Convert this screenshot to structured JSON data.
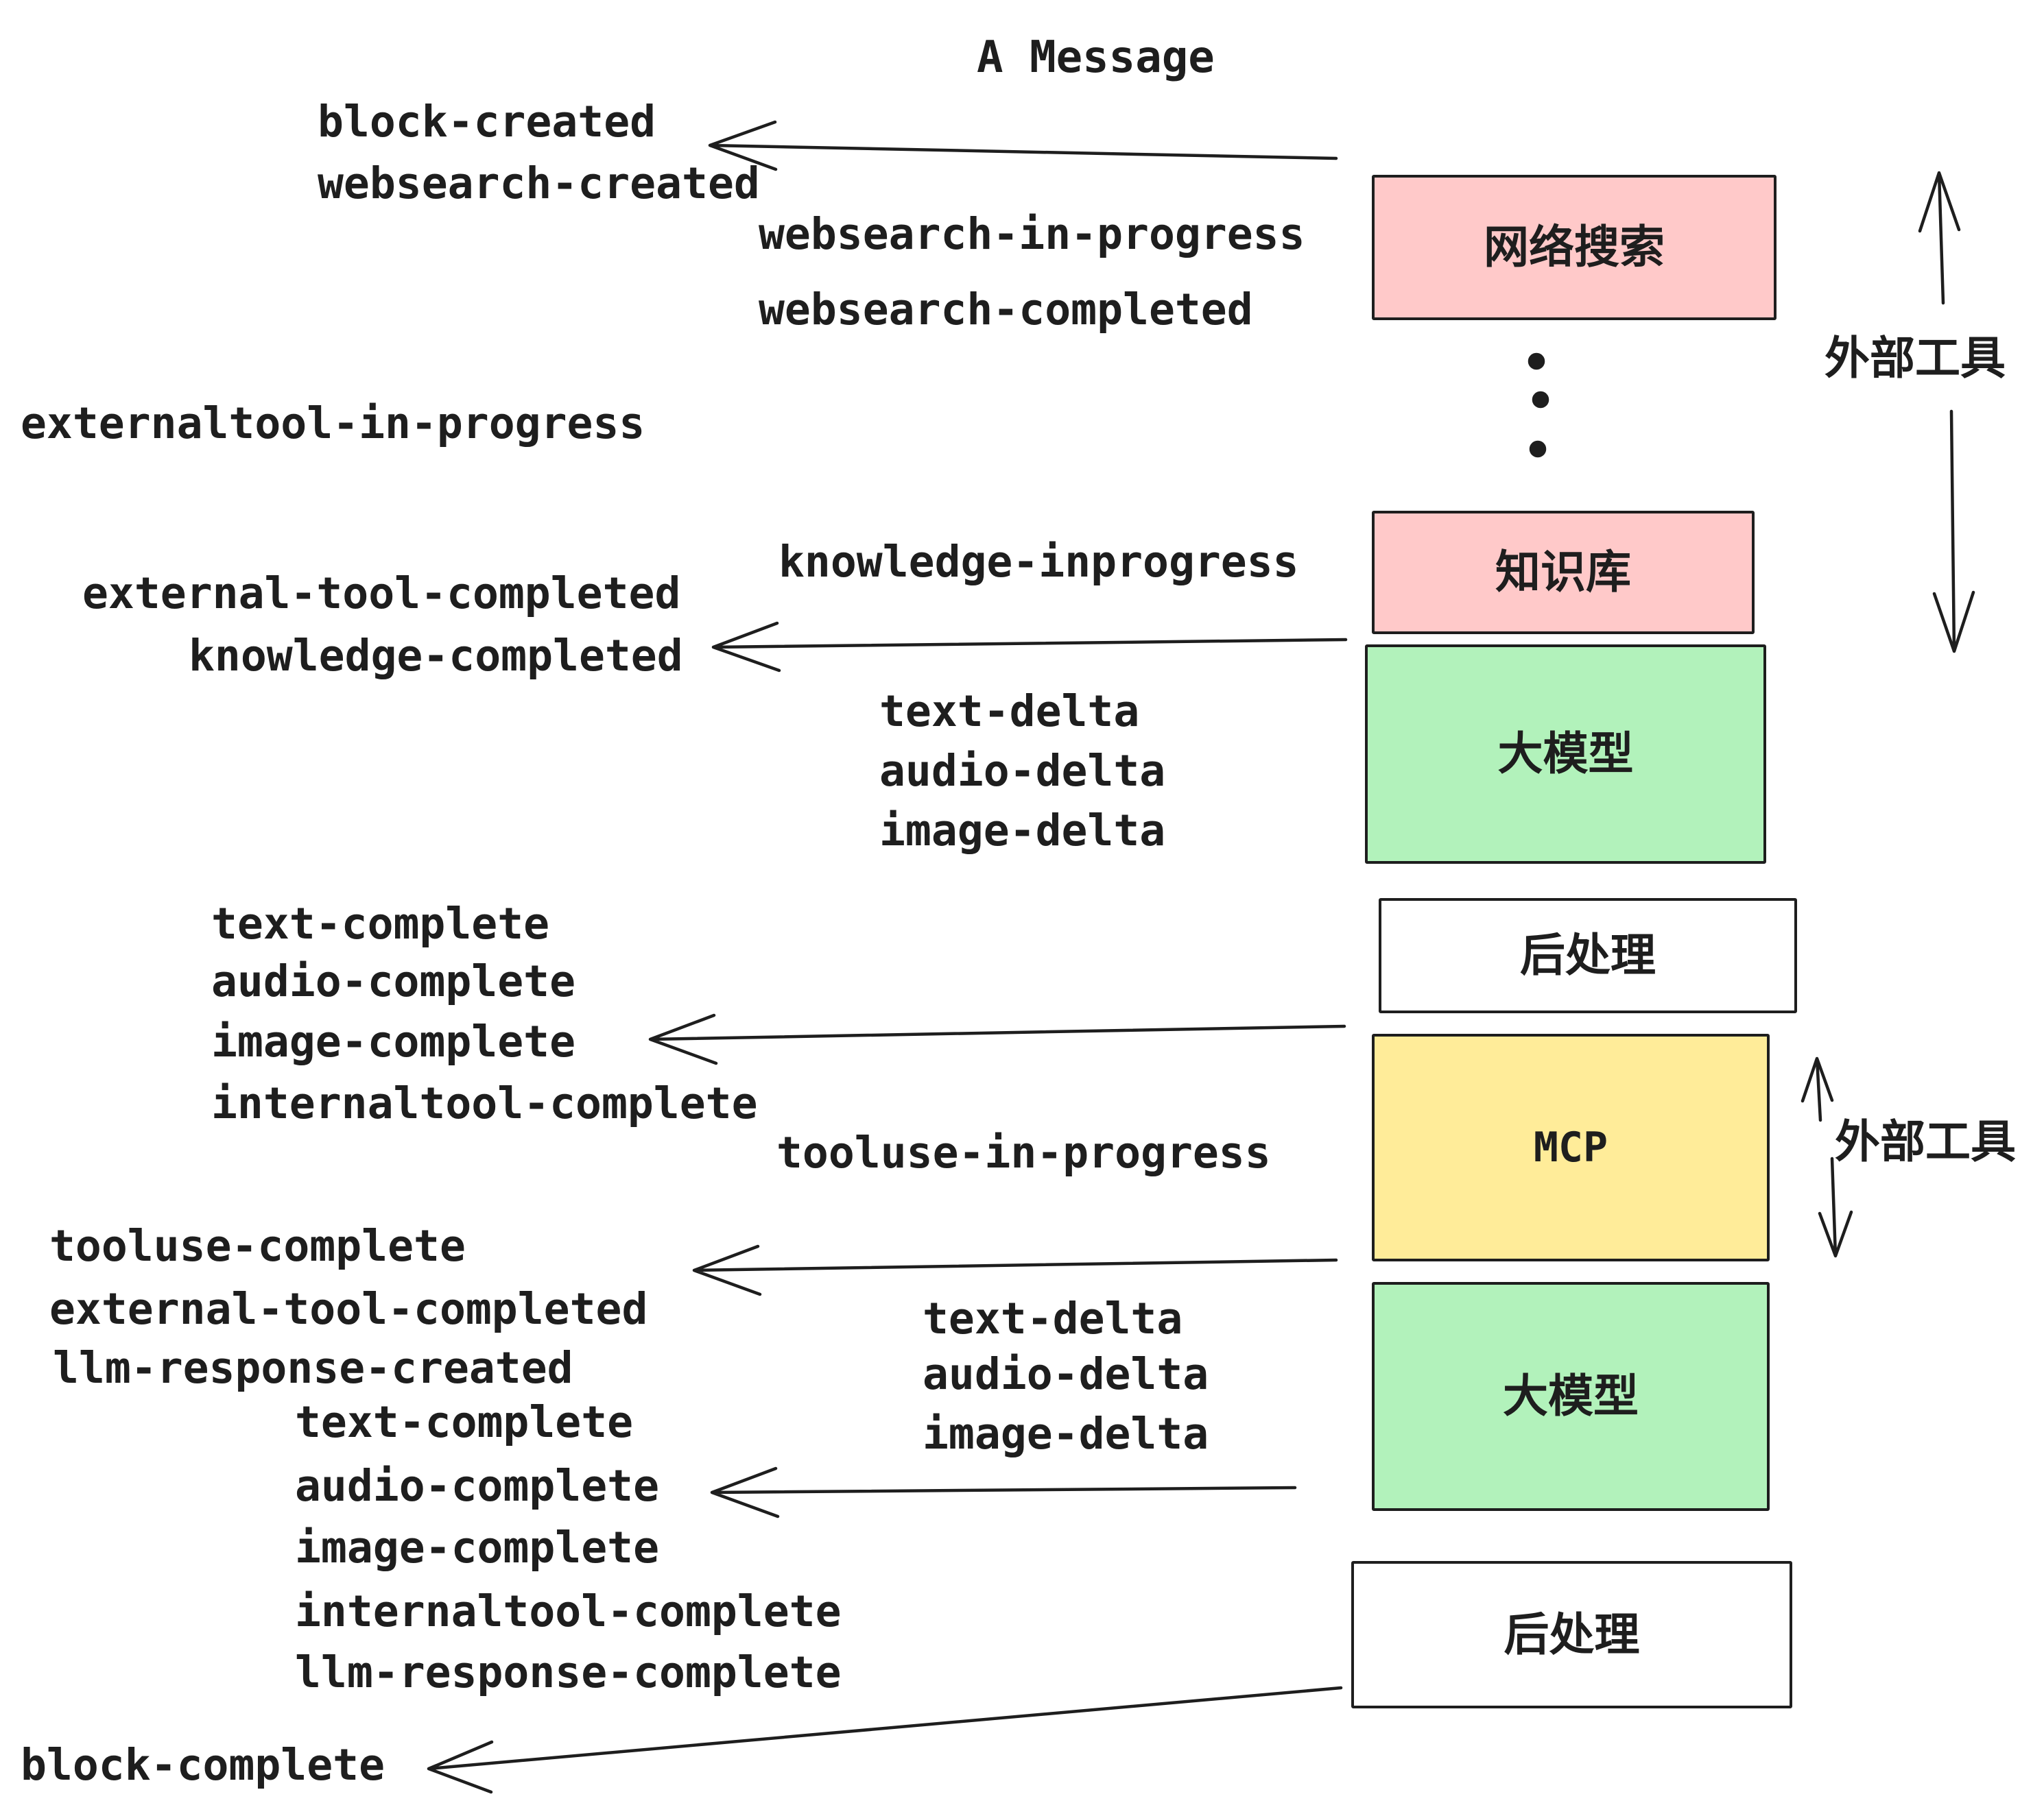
{
  "title": "A Message",
  "colors": {
    "ink": "#1e1e1e",
    "pink": "#ffc9c9",
    "green": "#b2f2bb",
    "yellow": "#ffec99",
    "white": "#ffffff",
    "background": "#ffffff"
  },
  "boxes": [
    {
      "label": "网络搜索",
      "color": "#ffc9c9"
    },
    {
      "label": "知识库",
      "color": "#ffc9c9"
    },
    {
      "label": "大模型",
      "color": "#b2f2bb"
    },
    {
      "label": "后处理",
      "color": "#ffffff"
    },
    {
      "label": "MCP",
      "color": "#ffec99"
    },
    {
      "label": "大模型",
      "color": "#b2f2bb"
    },
    {
      "label": "后处理",
      "color": "#ffffff"
    }
  ],
  "side_labels": [
    {
      "text": "外部工具"
    },
    {
      "text": "外部工具"
    }
  ],
  "events": [
    {
      "text": "block-created"
    },
    {
      "text": "websearch-created"
    },
    {
      "text": "websearch-in-progress"
    },
    {
      "text": "websearch-completed"
    },
    {
      "text": "externaltool-in-progress"
    },
    {
      "text": "knowledge-inprogress"
    },
    {
      "text": "external-tool-completed"
    },
    {
      "text": "knowledge-completed"
    },
    {
      "text": "text-delta"
    },
    {
      "text": "audio-delta"
    },
    {
      "text": "image-delta"
    },
    {
      "text": "text-complete"
    },
    {
      "text": "audio-complete"
    },
    {
      "text": "image-complete"
    },
    {
      "text": "internaltool-complete"
    },
    {
      "text": "tooluse-in-progress"
    },
    {
      "text": "tooluse-complete"
    },
    {
      "text": "external-tool-completed"
    },
    {
      "text": "llm-response-created"
    },
    {
      "text": "text-complete"
    },
    {
      "text": "audio-complete"
    },
    {
      "text": "image-complete"
    },
    {
      "text": "internaltool-complete"
    },
    {
      "text": "llm-response-complete"
    },
    {
      "text": "text-delta"
    },
    {
      "text": "audio-delta"
    },
    {
      "text": "image-delta"
    },
    {
      "text": "block-complete"
    }
  ]
}
